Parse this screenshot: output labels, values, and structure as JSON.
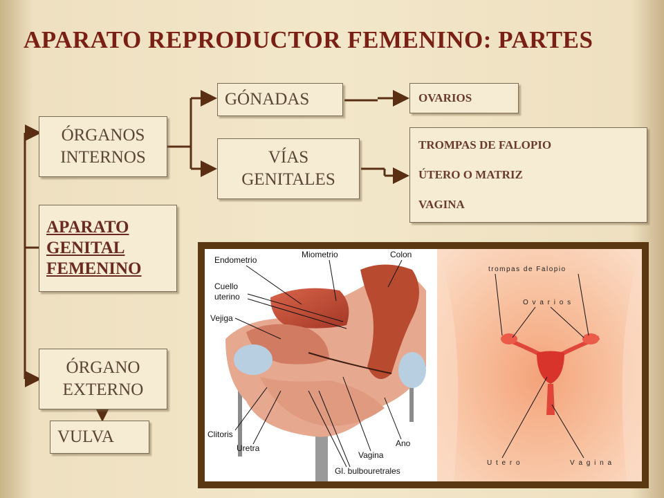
{
  "title": "APARATO REPRODUCTOR FEMENINO: PARTES",
  "center": [
    "APARATO",
    "GENITAL",
    "FEMENINO"
  ],
  "internos": [
    "ÓRGANOS",
    "INTERNOS"
  ],
  "externo": [
    "ÓRGANO",
    "EXTERNO"
  ],
  "vulva": "VULVA",
  "gonadas": "GÓNADAS",
  "vias": [
    "VÍAS",
    "GENITALES"
  ],
  "ovarios": "OVARIOS",
  "vias_list": [
    "TROMPAS DE FALOPIO",
    "ÚTERO O MATRIZ",
    "VAGINA"
  ],
  "left_labels": {
    "endometrio": "Endometrio",
    "miometrio": "Miometrio",
    "colon": "Colon",
    "cuello1": "Cuello",
    "cuello2": "uterino",
    "vejiga": "Vejiga",
    "clitoris": "Clitoris",
    "uretra": "Uretra",
    "vagina": "Vagina",
    "ano": "Ano",
    "bulbo": "Gl. bulbouretrales"
  },
  "right_labels": {
    "trompas": "trompas de Falopio",
    "ovarios": "O v a r i o s",
    "utero": "U t e r o",
    "vagina": "V a g i n a"
  },
  "colors": {
    "title": "#7a1f14",
    "frame": "#5a3812",
    "line": "#5a2e12"
  }
}
